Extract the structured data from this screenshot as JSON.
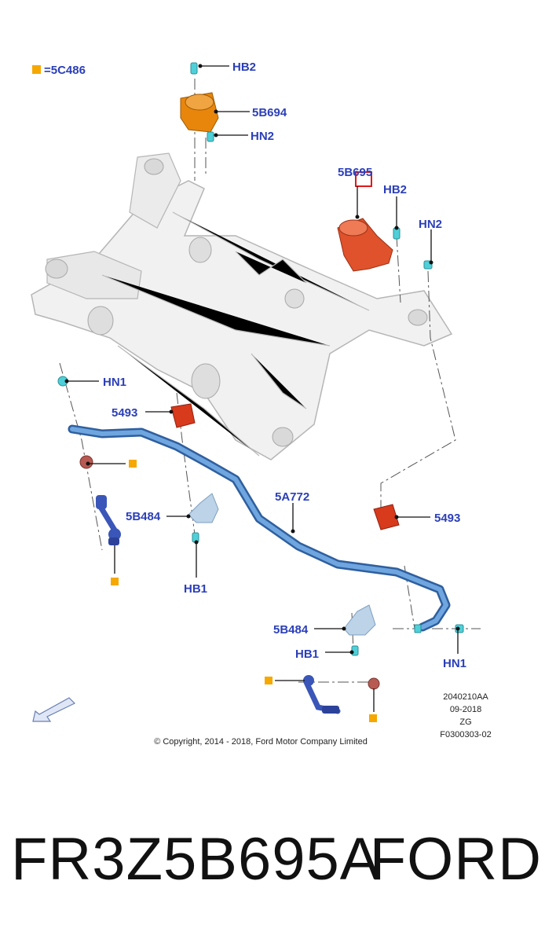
{
  "legend": {
    "text": "=5C486",
    "swatch_color": "#f5a800"
  },
  "callouts": {
    "hb2_top": "HB2",
    "p5b694": "5B694",
    "hn2_top": "HN2",
    "p5b695": "5B695",
    "hb2_right": "HB2",
    "hn2_right": "HN2",
    "hn1_left": "HN1",
    "p5493_left": "5493",
    "p5a772": "5A772",
    "p5b484_left": "5B484",
    "hb1_left": "HB1",
    "p5493_right": "5493",
    "p5b484_right": "5B484",
    "hb1_right": "HB1",
    "hn1_right": "HN1"
  },
  "drawing_info": {
    "line1": "2040210AA",
    "line2": "09-2018",
    "line3": "ZG",
    "line4": "F0300303-02"
  },
  "copyright": "© Copyright, 2014 - 2018, Ford Motor Company Limited",
  "caption": {
    "part_number": "FR3Z5B695A",
    "brand": "FORD"
  },
  "colors": {
    "callout_text": "#2b3fb8",
    "highlight_box": "#e0181b",
    "mount_orange": "#e8860c",
    "mount_red": "#e0522c",
    "stabilizer_bar": "#4a88d0",
    "bushing_red": "#d83a1c",
    "fastener_teal": "#4fd0d8"
  }
}
